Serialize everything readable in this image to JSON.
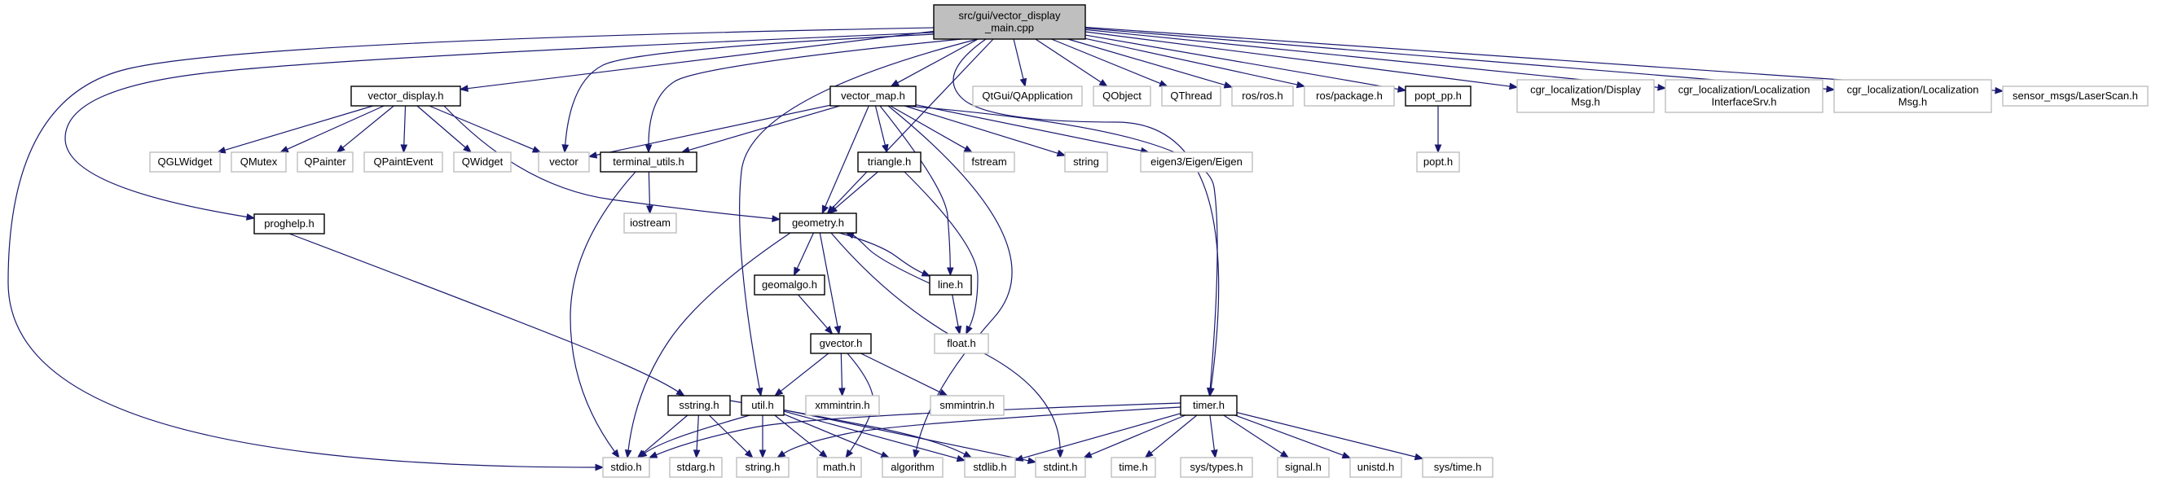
{
  "diagram": {
    "type": "include-dependency-graph",
    "colors": {
      "edge": "#191970",
      "root_fill": "#bfbfbf",
      "documented_border": "#000000",
      "system_border": "#bfbfbf",
      "label": "#000000"
    },
    "nodes": [
      {
        "id": "main",
        "lines": [
          "src/gui/vector_display",
          "_main.cpp"
        ],
        "kind": "root"
      },
      {
        "id": "vector_display_h",
        "lines": [
          "vector_display.h"
        ],
        "kind": "documented"
      },
      {
        "id": "vector_map_h",
        "lines": [
          "vector_map.h"
        ],
        "kind": "documented"
      },
      {
        "id": "qtgui_qapplication",
        "lines": [
          "QtGui/QApplication"
        ],
        "kind": "system"
      },
      {
        "id": "qobject",
        "lines": [
          "QObject"
        ],
        "kind": "system"
      },
      {
        "id": "qthread",
        "lines": [
          "QThread"
        ],
        "kind": "system"
      },
      {
        "id": "ros_h",
        "lines": [
          "ros/ros.h"
        ],
        "kind": "system"
      },
      {
        "id": "ros_package_h",
        "lines": [
          "ros/package.h"
        ],
        "kind": "system"
      },
      {
        "id": "popt_pp_h",
        "lines": [
          "popt_pp.h"
        ],
        "kind": "documented"
      },
      {
        "id": "cgr_display_msg",
        "lines": [
          "cgr_localization/Display",
          "Msg.h"
        ],
        "kind": "system"
      },
      {
        "id": "cgr_interface_srv",
        "lines": [
          "cgr_localization/Localization",
          "InterfaceSrv.h"
        ],
        "kind": "system"
      },
      {
        "id": "cgr_localization_msg",
        "lines": [
          "cgr_localization/Localization",
          "Msg.h"
        ],
        "kind": "system"
      },
      {
        "id": "laserscan_h",
        "lines": [
          "sensor_msgs/LaserScan.h"
        ],
        "kind": "system"
      },
      {
        "id": "qglwidget",
        "lines": [
          "QGLWidget"
        ],
        "kind": "system"
      },
      {
        "id": "qmutex",
        "lines": [
          "QMutex"
        ],
        "kind": "system"
      },
      {
        "id": "qpainter",
        "lines": [
          "QPainter"
        ],
        "kind": "system"
      },
      {
        "id": "qpaintevent",
        "lines": [
          "QPaintEvent"
        ],
        "kind": "system"
      },
      {
        "id": "qwidget",
        "lines": [
          "QWidget"
        ],
        "kind": "system"
      },
      {
        "id": "vector",
        "lines": [
          "vector"
        ],
        "kind": "system"
      },
      {
        "id": "terminal_utils_h",
        "lines": [
          "terminal_utils.h"
        ],
        "kind": "documented"
      },
      {
        "id": "triangle_h",
        "lines": [
          "triangle.h"
        ],
        "kind": "documented"
      },
      {
        "id": "fstream",
        "lines": [
          "fstream"
        ],
        "kind": "system"
      },
      {
        "id": "string",
        "lines": [
          "string"
        ],
        "kind": "system"
      },
      {
        "id": "eigen",
        "lines": [
          "eigen3/Eigen/Eigen"
        ],
        "kind": "system"
      },
      {
        "id": "popt_h",
        "lines": [
          "popt.h"
        ],
        "kind": "system"
      },
      {
        "id": "proghelp_h",
        "lines": [
          "proghelp.h"
        ],
        "kind": "documented"
      },
      {
        "id": "iostream",
        "lines": [
          "iostream"
        ],
        "kind": "system"
      },
      {
        "id": "geometry_h",
        "lines": [
          "geometry.h"
        ],
        "kind": "documented"
      },
      {
        "id": "geomalgo_h",
        "lines": [
          "geomalgo.h"
        ],
        "kind": "documented"
      },
      {
        "id": "line_h",
        "lines": [
          "line.h"
        ],
        "kind": "documented"
      },
      {
        "id": "float_h",
        "lines": [
          "float.h"
        ],
        "kind": "system"
      },
      {
        "id": "gvector_h",
        "lines": [
          "gvector.h"
        ],
        "kind": "documented"
      },
      {
        "id": "xmmintrin_h",
        "lines": [
          "xmmintrin.h"
        ],
        "kind": "system"
      },
      {
        "id": "smmintrin_h",
        "lines": [
          "smmintrin.h"
        ],
        "kind": "system"
      },
      {
        "id": "sstring_h",
        "lines": [
          "sstring.h"
        ],
        "kind": "documented"
      },
      {
        "id": "util_h",
        "lines": [
          "util.h"
        ],
        "kind": "documented"
      },
      {
        "id": "timer_h",
        "lines": [
          "timer.h"
        ],
        "kind": "documented"
      },
      {
        "id": "stdio_h",
        "lines": [
          "stdio.h"
        ],
        "kind": "system"
      },
      {
        "id": "stdarg_h",
        "lines": [
          "stdarg.h"
        ],
        "kind": "system"
      },
      {
        "id": "string_h",
        "lines": [
          "string.h"
        ],
        "kind": "system"
      },
      {
        "id": "math_h",
        "lines": [
          "math.h"
        ],
        "kind": "system"
      },
      {
        "id": "algorithm",
        "lines": [
          "algorithm"
        ],
        "kind": "system"
      },
      {
        "id": "stdlib_h",
        "lines": [
          "stdlib.h"
        ],
        "kind": "system"
      },
      {
        "id": "stdint_h",
        "lines": [
          "stdint.h"
        ],
        "kind": "system"
      },
      {
        "id": "time_h",
        "lines": [
          "time.h"
        ],
        "kind": "system"
      },
      {
        "id": "sys_types_h",
        "lines": [
          "sys/types.h"
        ],
        "kind": "system"
      },
      {
        "id": "signal_h",
        "lines": [
          "signal.h"
        ],
        "kind": "system"
      },
      {
        "id": "unistd_h",
        "lines": [
          "unistd.h"
        ],
        "kind": "system"
      },
      {
        "id": "sys_time_h",
        "lines": [
          "sys/time.h"
        ],
        "kind": "system"
      }
    ],
    "edges": [
      [
        "main",
        "vector_display_h"
      ],
      [
        "main",
        "vector_map_h"
      ],
      [
        "main",
        "qtgui_qapplication"
      ],
      [
        "main",
        "qobject"
      ],
      [
        "main",
        "qthread"
      ],
      [
        "main",
        "ros_h"
      ],
      [
        "main",
        "ros_package_h"
      ],
      [
        "main",
        "popt_pp_h"
      ],
      [
        "main",
        "cgr_display_msg"
      ],
      [
        "main",
        "cgr_interface_srv"
      ],
      [
        "main",
        "cgr_localization_msg"
      ],
      [
        "main",
        "laserscan_h"
      ],
      [
        "main",
        "vector"
      ],
      [
        "main",
        "terminal_utils_h"
      ],
      [
        "main",
        "geometry_h"
      ],
      [
        "main",
        "util_h"
      ],
      [
        "main",
        "timer_h"
      ],
      [
        "main",
        "proghelp_h"
      ],
      [
        "main",
        "stdio_h"
      ],
      [
        "vector_display_h",
        "qglwidget"
      ],
      [
        "vector_display_h",
        "qmutex"
      ],
      [
        "vector_display_h",
        "qpainter"
      ],
      [
        "vector_display_h",
        "qpaintevent"
      ],
      [
        "vector_display_h",
        "qwidget"
      ],
      [
        "vector_display_h",
        "vector"
      ],
      [
        "vector_display_h",
        "geometry_h"
      ],
      [
        "vector_map_h",
        "vector"
      ],
      [
        "vector_map_h",
        "terminal_utils_h"
      ],
      [
        "vector_map_h",
        "geometry_h"
      ],
      [
        "vector_map_h",
        "triangle_h"
      ],
      [
        "vector_map_h",
        "fstream"
      ],
      [
        "vector_map_h",
        "string"
      ],
      [
        "vector_map_h",
        "eigen"
      ],
      [
        "vector_map_h",
        "line_h"
      ],
      [
        "vector_map_h",
        "algorithm"
      ],
      [
        "vector_map_h",
        "timer_h"
      ],
      [
        "popt_pp_h",
        "popt_h"
      ],
      [
        "terminal_utils_h",
        "iostream"
      ],
      [
        "terminal_utils_h",
        "stdio_h"
      ],
      [
        "triangle_h",
        "geometry_h"
      ],
      [
        "triangle_h",
        "float_h"
      ],
      [
        "proghelp_h",
        "sstring_h"
      ],
      [
        "geometry_h",
        "geomalgo_h"
      ],
      [
        "geometry_h",
        "line_h"
      ],
      [
        "geometry_h",
        "gvector_h"
      ],
      [
        "geometry_h",
        "stdio_h"
      ],
      [
        "geometry_h",
        "stdint_h"
      ],
      [
        "line_h",
        "geometry_h"
      ],
      [
        "line_h",
        "float_h"
      ],
      [
        "geomalgo_h",
        "gvector_h"
      ],
      [
        "gvector_h",
        "util_h"
      ],
      [
        "gvector_h",
        "xmmintrin_h"
      ],
      [
        "gvector_h",
        "smmintrin_h"
      ],
      [
        "gvector_h",
        "math_h"
      ],
      [
        "sstring_h",
        "stdio_h"
      ],
      [
        "sstring_h",
        "stdarg_h"
      ],
      [
        "sstring_h",
        "string_h"
      ],
      [
        "sstring_h",
        "stdlib_h"
      ],
      [
        "util_h",
        "stdio_h"
      ],
      [
        "util_h",
        "string_h"
      ],
      [
        "util_h",
        "math_h"
      ],
      [
        "util_h",
        "algorithm"
      ],
      [
        "util_h",
        "stdlib_h"
      ],
      [
        "util_h",
        "stdint_h"
      ],
      [
        "timer_h",
        "stdio_h"
      ],
      [
        "timer_h",
        "string_h"
      ],
      [
        "timer_h",
        "stdlib_h"
      ],
      [
        "timer_h",
        "stdint_h"
      ],
      [
        "timer_h",
        "time_h"
      ],
      [
        "timer_h",
        "sys_types_h"
      ],
      [
        "timer_h",
        "signal_h"
      ],
      [
        "timer_h",
        "unistd_h"
      ],
      [
        "timer_h",
        "sys_time_h"
      ]
    ]
  }
}
